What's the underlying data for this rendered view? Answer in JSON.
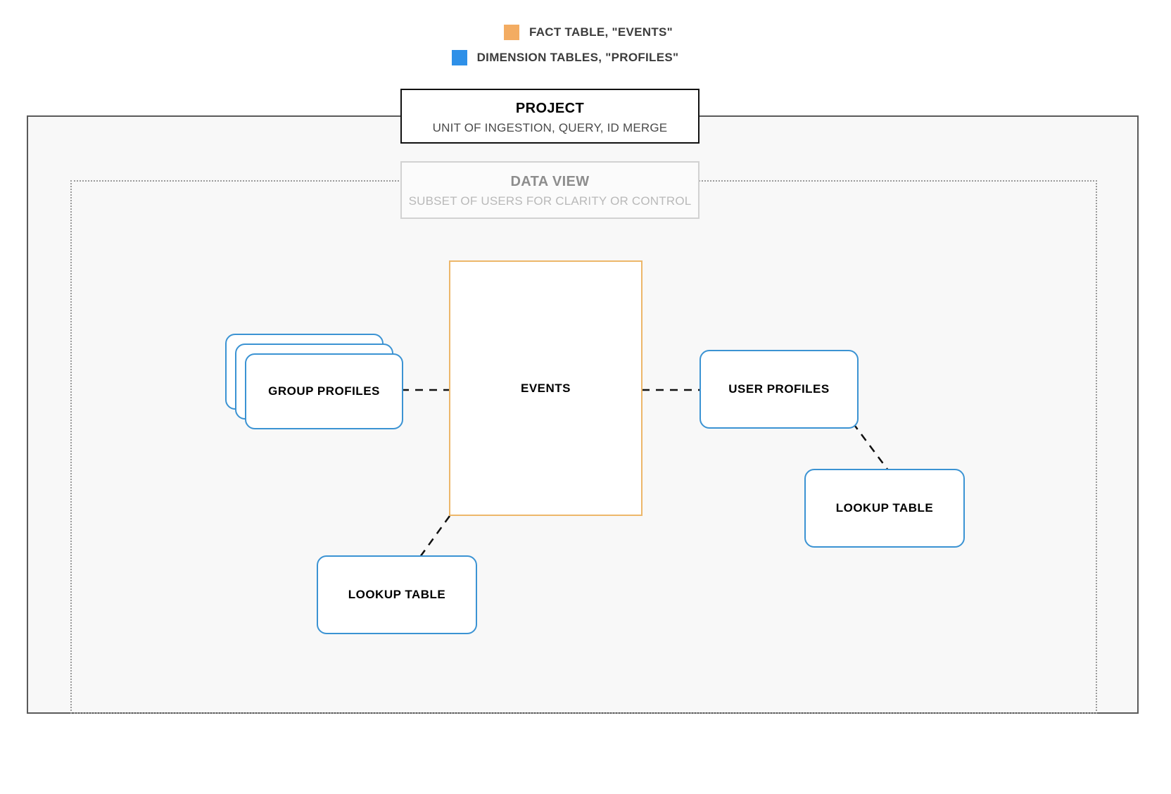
{
  "legend": {
    "items": [
      {
        "swatch_color": "#F3AC62",
        "label": "FACT TABLE, \"EVENTS\"",
        "icon": "square-swatch-icon"
      },
      {
        "swatch_color": "#2E90E8",
        "label": "DIMENSION TABLES, \"PROFILES\"",
        "icon": "square-swatch-icon"
      }
    ]
  },
  "project": {
    "title": "PROJECT",
    "subtitle": "UNIT OF INGESTION, QUERY, ID MERGE",
    "border_color": "#111111"
  },
  "data_view": {
    "title": "DATA VIEW",
    "subtitle": "SUBSET OF USERS FOR CLARITY OR CONTROL",
    "border_color": "#D2D2D2",
    "title_color": "#8D8D8D",
    "subtitle_color": "#B9B9B9"
  },
  "nodes": {
    "events": {
      "label": "EVENTS",
      "type": "fact-table",
      "color": "#EDB76A"
    },
    "group_profiles": {
      "label": "GROUP PROFILES",
      "type": "dimension-table-stack",
      "color": "#3B93D3",
      "stack_count": 3
    },
    "user_profiles": {
      "label": "USER PROFILES",
      "type": "dimension-table",
      "color": "#3B93D3"
    },
    "lookup_table_right": {
      "label": "LOOKUP TABLE",
      "type": "dimension-table",
      "color": "#3B93D3"
    },
    "lookup_table_left": {
      "label": "LOOKUP TABLE",
      "type": "dimension-table",
      "color": "#3B93D3"
    }
  },
  "connections": [
    {
      "from": "group_profiles",
      "to": "events",
      "style": "dashed"
    },
    {
      "from": "events",
      "to": "user_profiles",
      "style": "dashed"
    },
    {
      "from": "user_profiles",
      "to": "lookup_table_right",
      "style": "dashed"
    },
    {
      "from": "events",
      "to": "lookup_table_left",
      "style": "dashed"
    }
  ],
  "colors": {
    "background": "#FFFFFF",
    "project_fill": "#F8F8F8",
    "fact_accent": "#EDB76A",
    "dimension_accent": "#3B93D3",
    "dotted_border": "#9A9A9A",
    "solid_border": "#5A5A5A"
  }
}
